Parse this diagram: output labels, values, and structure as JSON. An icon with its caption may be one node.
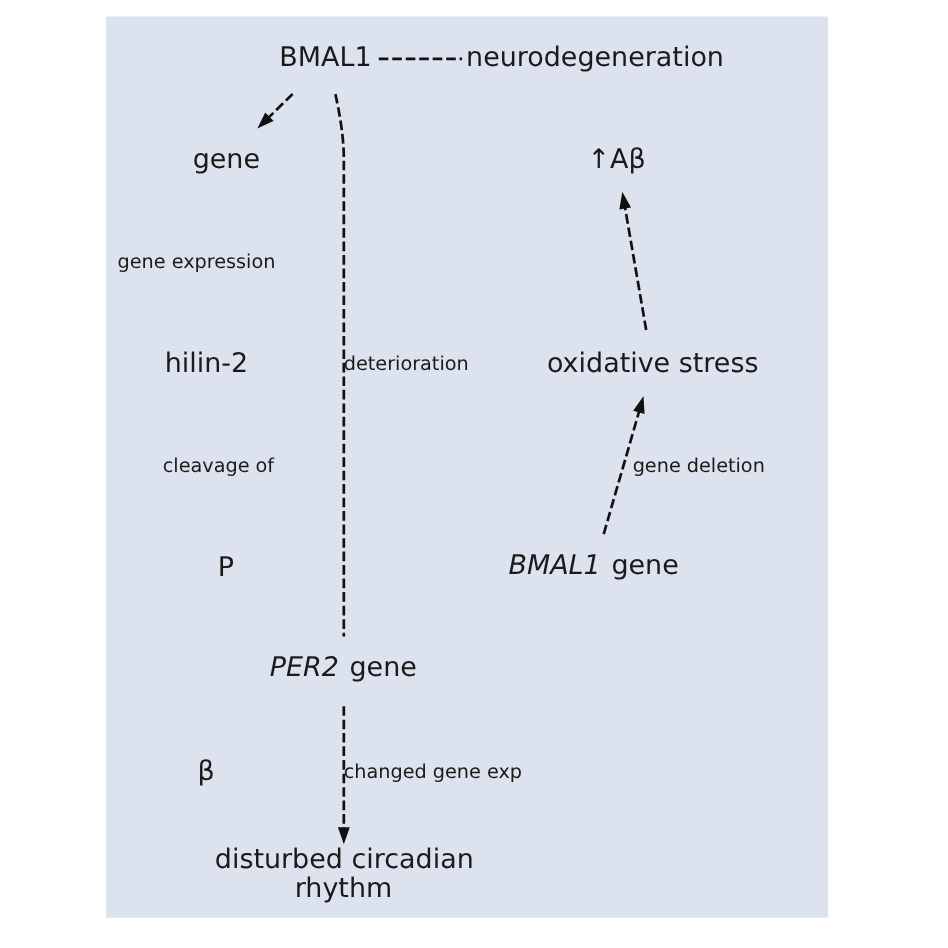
{
  "diagram": {
    "nodes": [
      {
        "text": [
          "BMAL1"
        ]
      },
      {
        "text": [
          "neurodegeneration"
        ]
      },
      {
        "text": [
          "gene"
        ]
      },
      {
        "text": [
          "↑Aβ"
        ]
      },
      {
        "text": [
          "oxidative stress"
        ]
      },
      {
        "text": [
          "*BMAL1* gene"
        ]
      },
      {
        "text": [
          "*PER2* gene"
        ]
      },
      {
        "text": [
          "disturbed circadian rhythm"
        ]
      }
    ],
    "edges": [
      {
        "from": 0,
        "to": 2,
        "arrow": "to",
        "style": "dashed"
      },
      {
        "from": 0,
        "to": 1,
        "arrow": "none",
        "style": "dashed"
      },
      {
        "from": 0,
        "to": 6,
        "arrow": "none",
        "style": "dashed",
        "label": "deterioration"
      },
      {
        "from": 5,
        "to": 4,
        "arrow": "to",
        "style": "dashed",
        "label": "gene deletion"
      },
      {
        "from": 4,
        "to": 3,
        "arrow": "to",
        "style": "dashed"
      },
      {
        "from": 6,
        "to": 7,
        "arrow": "to",
        "style": "dashed",
        "label": "changed gene exp"
      }
    ],
    "labels": [
      "gene expression",
      "hilin-2",
      "cleavage of",
      "P",
      "β"
    ]
  }
}
